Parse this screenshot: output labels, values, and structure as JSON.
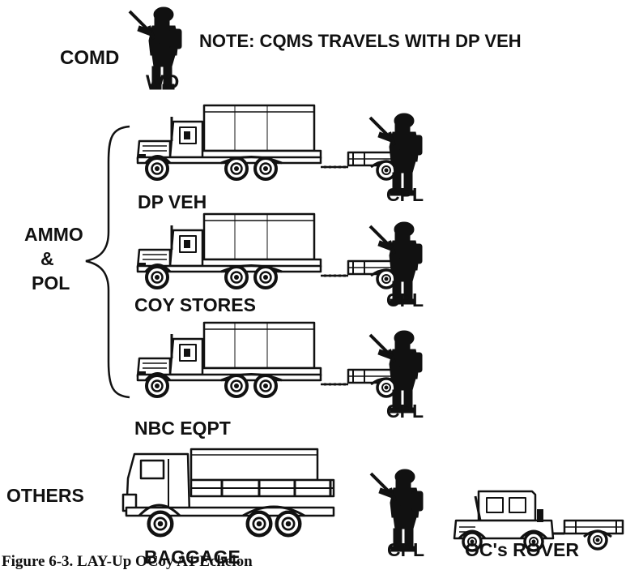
{
  "note": "NOTE:  CQMS TRAVELS WITH DP VEH",
  "comd_label": "COMD",
  "wo_label": "WO",
  "group_label_lines": [
    "AMMO",
    "&",
    "POL"
  ],
  "others_label": "OTHERS",
  "vehicles": [
    {
      "label": "DP VEH",
      "crew": "CPL"
    },
    {
      "label": "COY STORES",
      "crew": "CPL"
    },
    {
      "label": "NBC EQPT",
      "crew": "CPL"
    }
  ],
  "others": {
    "baggage_label": "BAGGAGE",
    "crew": "CPL",
    "rover_label": "OC's ROVER"
  },
  "caption": "Figure 6-3. LAY-Up OCoy A1 Echelon"
}
